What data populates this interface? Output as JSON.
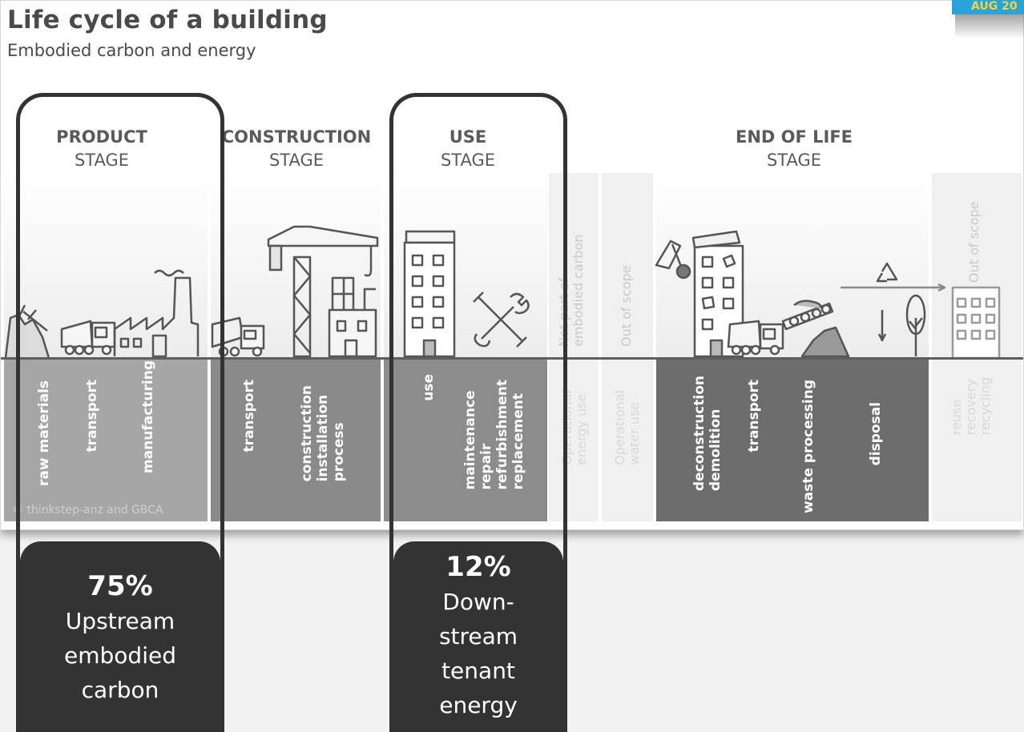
{
  "header": {
    "title": "Life cycle of a building",
    "subtitle": "Embodied carbon and energy",
    "badge": "AUG 20"
  },
  "stages": [
    {
      "bold": "PRODUCT",
      "regular": "STAGE"
    },
    {
      "bold": "CONSTRUCTION",
      "regular": "STAGE"
    },
    {
      "bold": "USE",
      "regular": "STAGE"
    },
    {
      "bold": "END OF LIFE",
      "regular": "STAGE"
    }
  ],
  "panels": {
    "product": [
      "raw materials",
      "transport",
      "manufacturing"
    ],
    "construction": [
      "transport",
      "construction\ninstallation\nprocess"
    ],
    "use": [
      "use",
      "maintenance\nrepair\nrefurbishment\nreplacement"
    ],
    "operational": [
      "Operational\nenergy use",
      "Operational\nwater use"
    ],
    "end_of_life": [
      "deconstruction\ndemolition",
      "transport",
      "waste processing",
      "disposal"
    ],
    "beyond": [
      "reuse\nrecovery\nrecycling"
    ]
  },
  "scope_notes": {
    "not_part": "Not part of\nembodied carbon",
    "out_of_scope_1": "Out of scope",
    "out_of_scope_2": "Out of scope"
  },
  "credit": "© thinkstep-anz and GBCA",
  "highlights": [
    {
      "percent": "75%",
      "lines": [
        "Upstream",
        "embodied",
        "carbon"
      ]
    },
    {
      "percent": "12%",
      "lines": [
        "Down-",
        "stream",
        "tenant",
        "energy"
      ]
    }
  ],
  "colors": {
    "title": "#4a4a4a",
    "panel_product": "#a6a6a6",
    "panel_construction": "#8a8a8a",
    "panel_use": "#8c8c8c",
    "panel_eol": "#6d6d6d",
    "panel_faint": "#f0f0f0",
    "highlight_box": "#333333",
    "badge_bg": "#2aa3d8",
    "badge_text": "#f5d33a"
  }
}
